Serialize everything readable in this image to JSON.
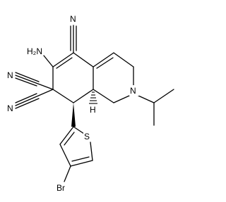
{
  "labels": {
    "amine": "H₂N",
    "nitrile_c5": "N",
    "nitrile_c7a": "N",
    "nitrile_c7b": "N",
    "ring_n": "N",
    "stereo_h": "H",
    "thiophene_s": "S",
    "bromine": "Br"
  }
}
